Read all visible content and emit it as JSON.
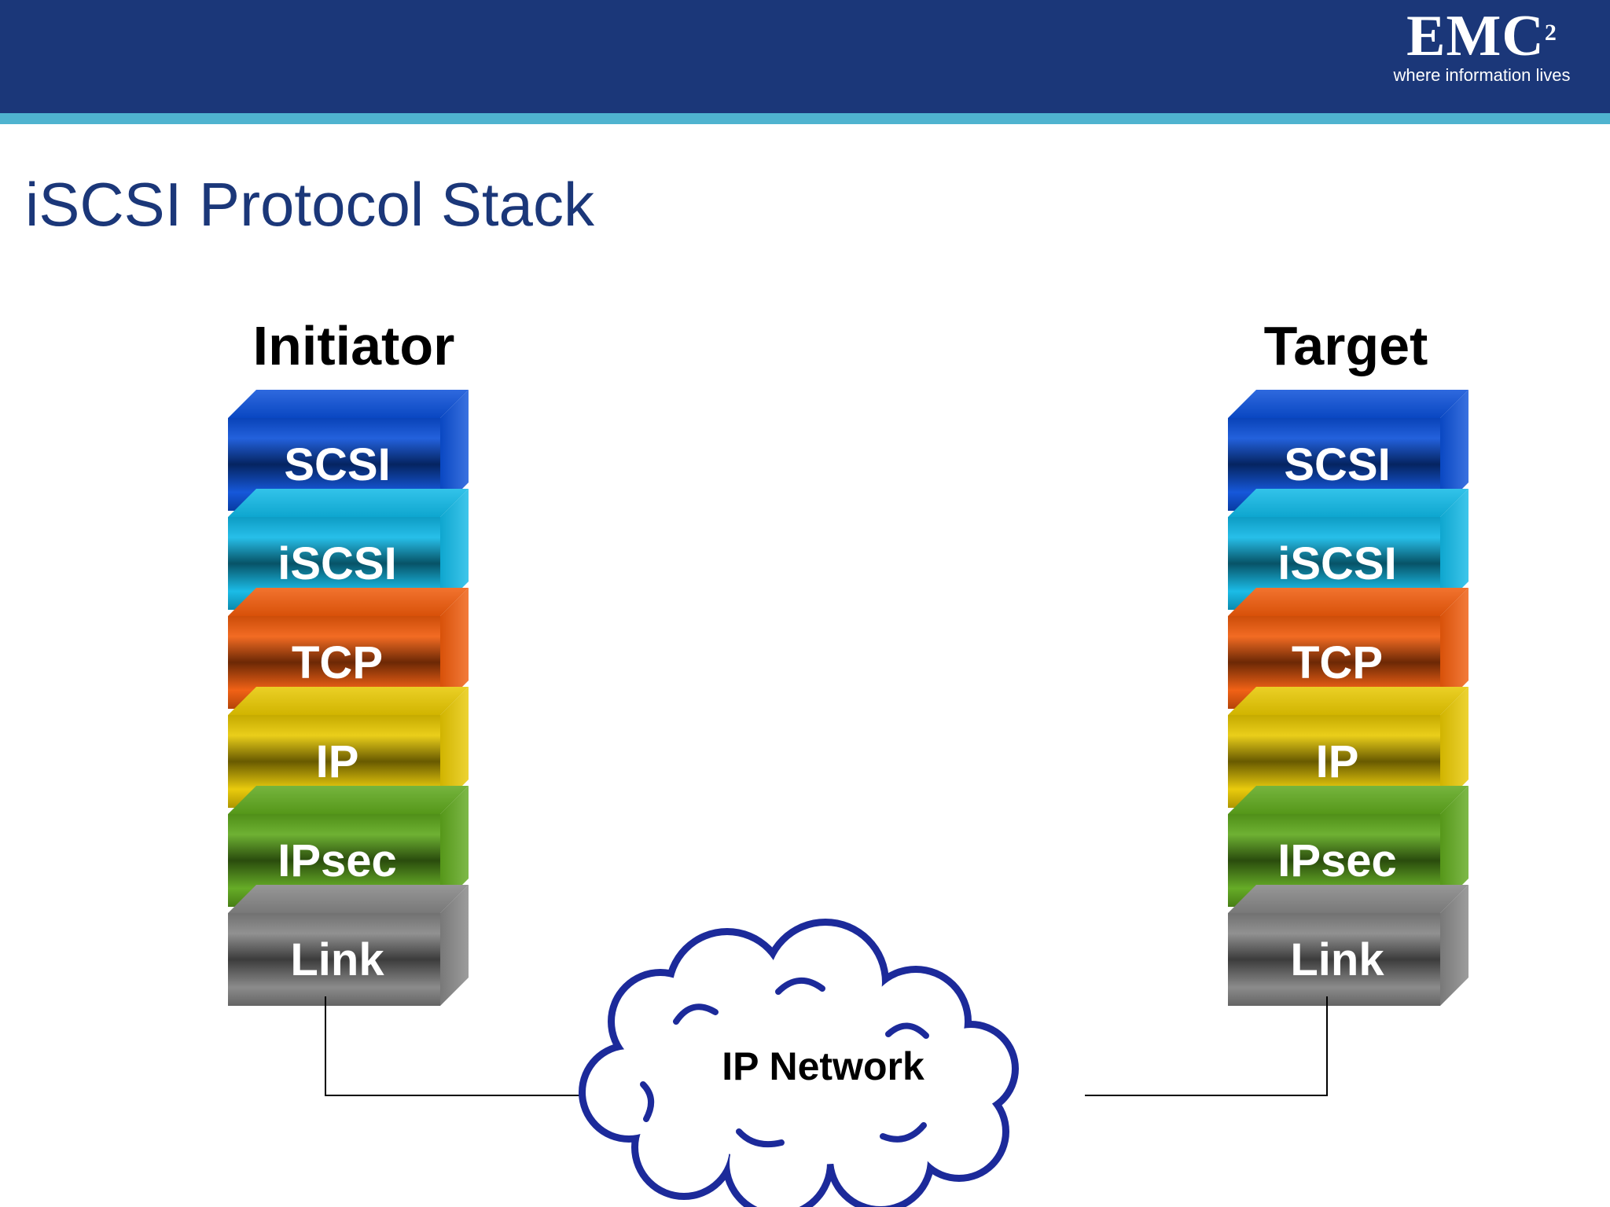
{
  "brand": {
    "logo_text": "EMC",
    "logo_superscript": "2",
    "tagline": "where information lives"
  },
  "title": "iSCSI Protocol Stack",
  "stacks": [
    {
      "label": "Initiator",
      "layers": [
        "SCSI",
        "iSCSI",
        "TCP",
        "IP",
        "IPsec",
        "Link"
      ]
    },
    {
      "label": "Target",
      "layers": [
        "SCSI",
        "iSCSI",
        "TCP",
        "IP",
        "IPsec",
        "Link"
      ]
    }
  ],
  "network": {
    "label": "IP Network"
  },
  "colors": {
    "header": "#1b3779",
    "stripe": "#4fb3cf",
    "layers": [
      "#0a4fd8",
      "#0fb8e6",
      "#f05a0a",
      "#e8c800",
      "#5ea81c",
      "#858585"
    ],
    "cloud_outline": "#1c2a9a"
  }
}
